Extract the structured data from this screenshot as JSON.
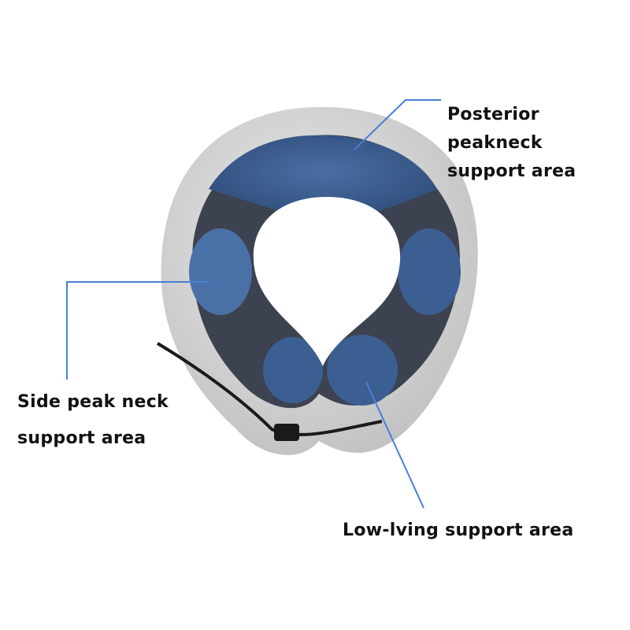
{
  "annotations": {
    "posterior": {
      "line1": "Posterior peakneck",
      "line2": "support area"
    },
    "side": {
      "line1": "Side peak neck",
      "line2": "support area"
    },
    "low": {
      "line1": "Low-lving support area"
    }
  },
  "colors": {
    "leader_line": "#4a7fd6",
    "pillow_blue": "#3c5f93",
    "pillow_gray": "#d9d9d9",
    "pillow_dark": "#3d4250"
  }
}
